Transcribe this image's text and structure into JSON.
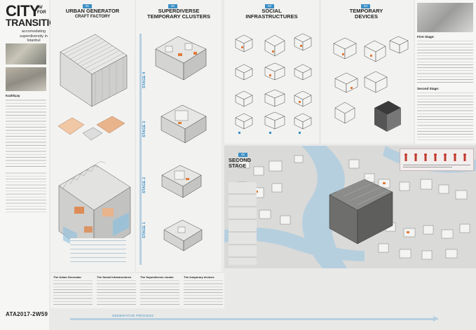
{
  "poster": {
    "title_line1": "CITY",
    "title_line1_suffix": "IN/ FOR",
    "title_line2": "TRANSITION",
    "subtitle": "accomodating superdiversity in Istanbul",
    "footer_code": "ATA2017-2W59",
    "process_label": "GENERATIVE PROCESS"
  },
  "sections": {
    "urban_generator": {
      "title": "URBAN GENERATOR",
      "subtitle": "CRAFT FACTORY"
    },
    "temporary_clusters": {
      "title": "SUPERDIVERSE",
      "subtitle": "TEMPORARY CLUSTERS"
    },
    "social_infra": {
      "title": "SOCIAL",
      "subtitle": "INFRASTRUCTURES"
    },
    "temporary_devices": {
      "title": "TEMPORARY",
      "subtitle": "DEVICES"
    },
    "second_stage": {
      "title": "SECOND",
      "subtitle": "STAGE"
    }
  },
  "stages": {
    "stage1": "STAGE 1",
    "stage2": "STAGE 2",
    "stage3": "STAGE 3",
    "stage4": "STAGE 4"
  },
  "side_text": {
    "first_stage_heading": "First Stage:",
    "second_stage_heading": "Second Stage:",
    "kasimpasa_heading": "Kazlıkçay"
  },
  "bottom_text": {
    "urban_generator": "The Urban Generator",
    "social_infrastructures": "The Social Infrastructures",
    "superdiverse_cluster": "The Superdiverse cluster",
    "temporary_devices": "The temporary devices"
  },
  "colors": {
    "accent": "#3a8fc6",
    "highlight": "#e07b39",
    "dark": "#222222"
  }
}
